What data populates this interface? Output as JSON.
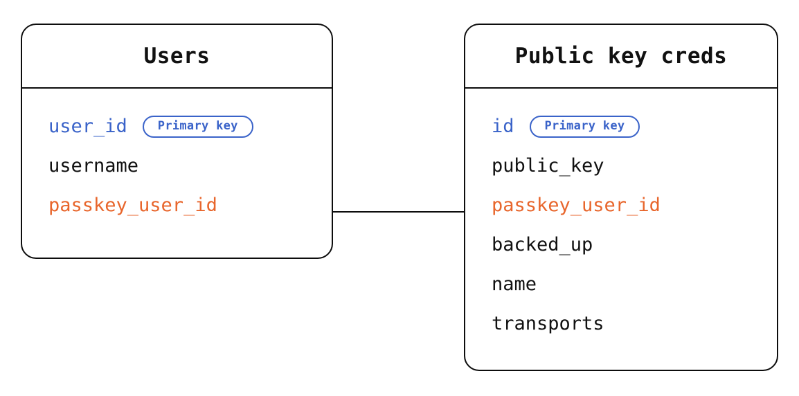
{
  "diagram": {
    "type": "entity-relationship-diagram",
    "background_color": "#ffffff",
    "colors": {
      "primary_key": "#3a63c9",
      "foreign_key": "#e8662c",
      "text": "#111111",
      "border": "#0d0d0d",
      "badge_border": "#3a63c9"
    },
    "entities": [
      {
        "id": "users",
        "title": "Users",
        "fields": [
          {
            "name": "user_id",
            "role": "primary",
            "badge": "Primary key"
          },
          {
            "name": "username",
            "role": "plain",
            "badge": null
          },
          {
            "name": "passkey_user_id",
            "role": "foreign",
            "badge": null
          }
        ]
      },
      {
        "id": "public_key_creds",
        "title": "Public key creds",
        "fields": [
          {
            "name": "id",
            "role": "primary",
            "badge": "Primary key"
          },
          {
            "name": "public_key",
            "role": "plain",
            "badge": null
          },
          {
            "name": "passkey_user_id",
            "role": "foreign",
            "badge": null
          },
          {
            "name": "backed_up",
            "role": "plain",
            "badge": null
          },
          {
            "name": "name",
            "role": "plain",
            "badge": null
          },
          {
            "name": "transports",
            "role": "plain",
            "badge": null
          }
        ]
      }
    ],
    "relationships": [
      {
        "from_entity": "users",
        "from_field": "passkey_user_id",
        "to_entity": "public_key_creds",
        "to_field": "passkey_user_id",
        "style": "solid-line"
      }
    ]
  }
}
